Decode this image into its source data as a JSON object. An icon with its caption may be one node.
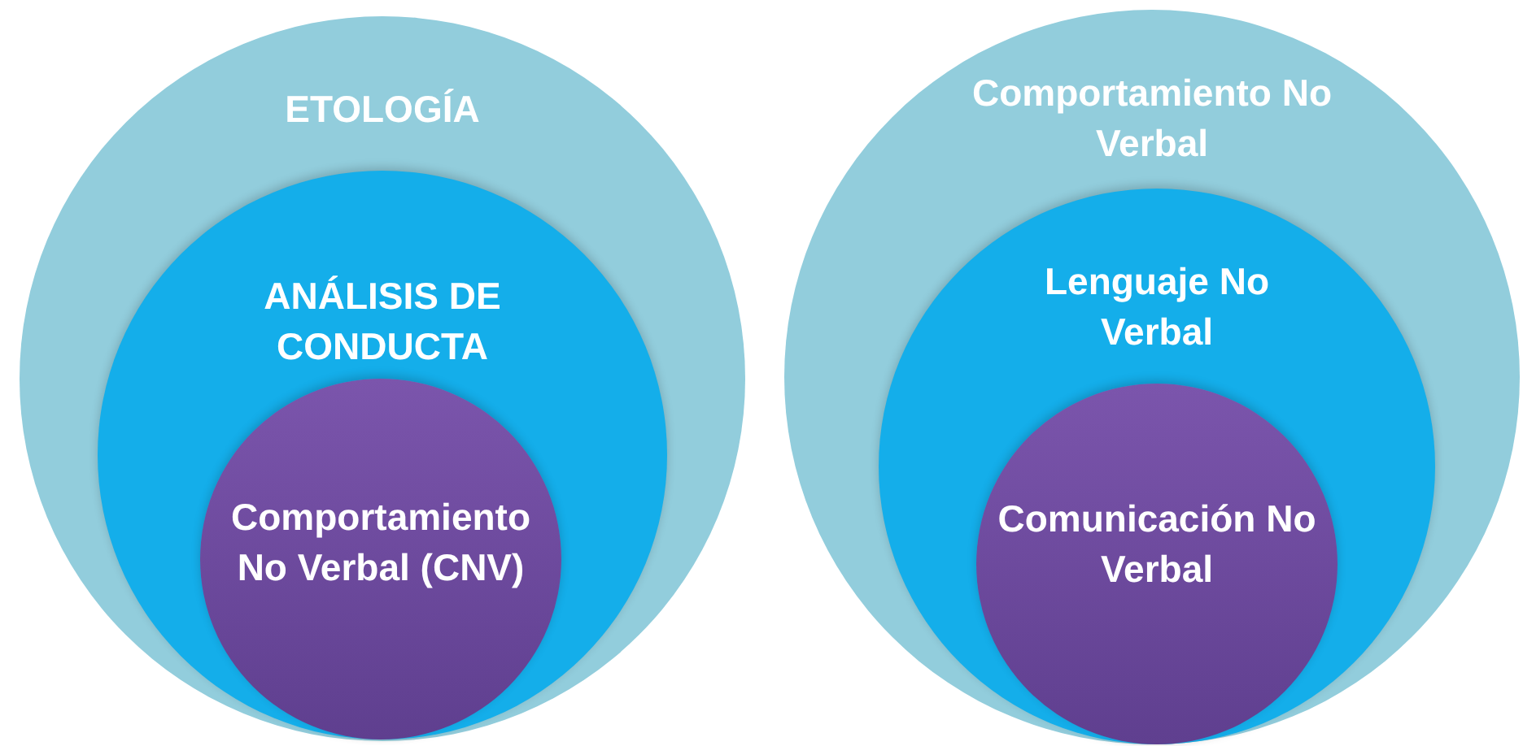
{
  "diagram": {
    "nodes": [
      {
        "text": [
          "ETOLOGÍA"
        ]
      },
      {
        "text": [
          "ANÁLISIS DE CONDUCTA"
        ],
        "in": 0
      },
      {
        "text": [
          "Comportamiento No Verbal (CNV)"
        ],
        "in": 1
      },
      {
        "text": [
          "Comportamiento No Verbal"
        ]
      },
      {
        "text": [
          "Lenguaje No Verbal"
        ],
        "in": 3
      },
      {
        "text": [
          "Comunicación No Verbal"
        ],
        "in": 4
      }
    ]
  }
}
